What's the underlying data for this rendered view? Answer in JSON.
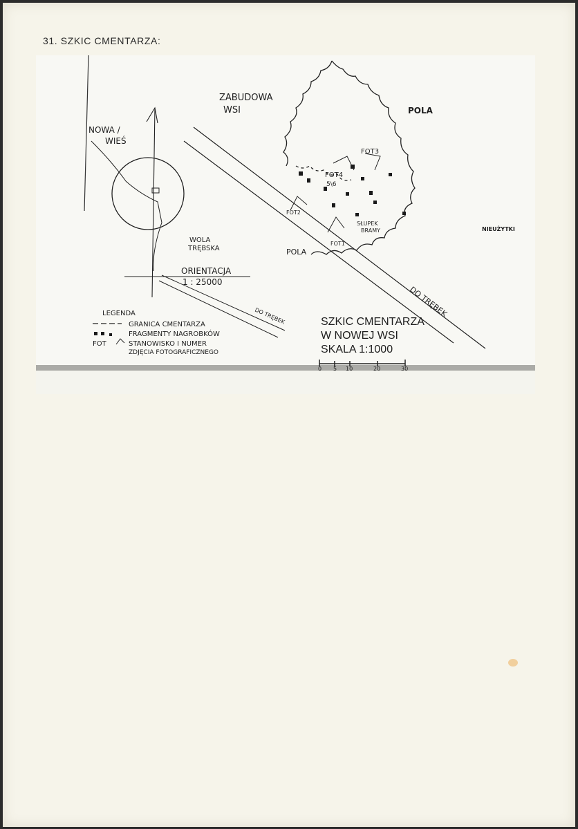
{
  "caption": "31. SZKIC CMENTARZA:",
  "sketch": {
    "labels": {
      "zabudowa": "ZABUDOWA",
      "wsi": "WSI",
      "pola_top": "POLA",
      "nowa": "NOWA /",
      "wies": "WIEŚ",
      "fot3": "FOT3",
      "fot4": "FOT4",
      "fot56": "5\\6",
      "fot2": "FOT2",
      "fot1": "FOT1",
      "slupek": "SŁUPEK",
      "bramy": "BRAMY",
      "nieuzytki": "NIEUŻYTKI",
      "wola": "WOLA",
      "trebska": "TRĘBSKA",
      "pola_mid": "POLA",
      "orientacja": "ORIENTACJA",
      "orientacja_scale": "1 : 25000",
      "do_trebek_left": "DO TRĘBEK",
      "do_trebek_right": "DO TRĘBEK"
    },
    "legend": {
      "title": "LEGENDA",
      "items": [
        "GRANICA CMENTARZA",
        "FRAGMENTY NAGROBKÓW",
        "STANOWISKO I NUMER",
        "ZDJĘCIA FOTOGRAFICZNEGO"
      ],
      "fot_symbol": "FOT"
    },
    "title": {
      "line1": "SZKIC CMENTARZA",
      "line2": "W NOWEJ WSI",
      "line3": "SKALA 1:1000"
    },
    "scale_ticks": [
      "0",
      "5",
      "10",
      "20",
      "30"
    ]
  }
}
